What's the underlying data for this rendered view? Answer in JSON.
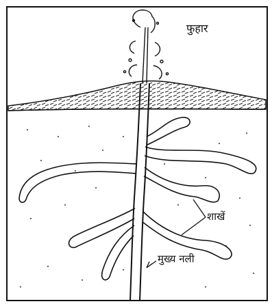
{
  "labels": {
    "fountain": "फुहार",
    "branches": "शाखें",
    "main_tube": "मुख्य नली"
  }
}
